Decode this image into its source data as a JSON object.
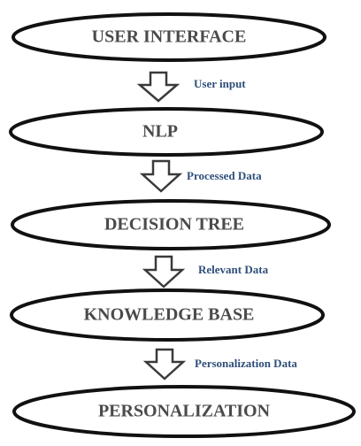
{
  "diagram": {
    "nodes": [
      {
        "id": "user-interface",
        "label": "USER INTERFACE"
      },
      {
        "id": "nlp",
        "label": "NLP"
      },
      {
        "id": "decision-tree",
        "label": "DECISION TREE"
      },
      {
        "id": "knowledge-base",
        "label": "KNOWLEDGE BASE"
      },
      {
        "id": "personalization",
        "label": "PERSONALIZATION"
      }
    ],
    "edges": [
      {
        "from": "user-interface",
        "to": "nlp",
        "label": "User input"
      },
      {
        "from": "nlp",
        "to": "decision-tree",
        "label": "Processed Data"
      },
      {
        "from": "decision-tree",
        "to": "knowledge-base",
        "label": "Relevant Data"
      },
      {
        "from": "knowledge-base",
        "to": "personalization",
        "label": "Personalization Data"
      }
    ]
  }
}
